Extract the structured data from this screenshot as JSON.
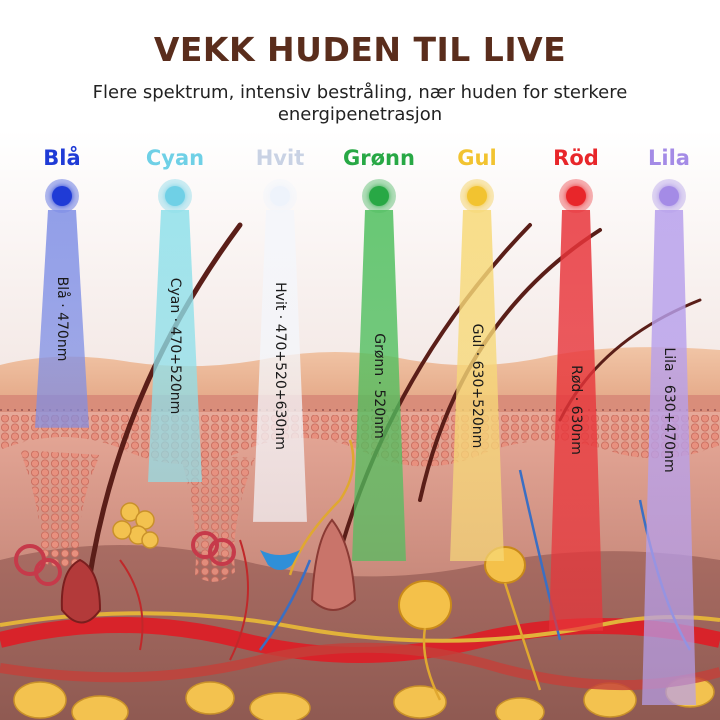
{
  "header": {
    "title": "VEKK HUDEN TIL LIVE",
    "subtitle": "Flere spektrum, intensiv bestråling, nær huden for sterkere energipenetrasjon"
  },
  "lights": [
    {
      "name": "Blå",
      "label": "Blå · 470nm",
      "color": "#1f3bd6",
      "beam": "#7f8fe6",
      "depth": 0.44
    },
    {
      "name": "Cyan",
      "label": "Cyan · 470+520nm",
      "color": "#6fd0e6",
      "beam": "#8fe0ea",
      "depth": 0.55
    },
    {
      "name": "Hvit",
      "label": "Hvit · 470+520+630nm",
      "color": "#eef3fb",
      "beam": "#f4f6fb",
      "depth": 0.63
    },
    {
      "name": "Grønn",
      "label": "Grønn · 520nm",
      "color": "#28a845",
      "beam": "#4fbf5e",
      "depth": 0.71
    },
    {
      "name": "Gul",
      "label": "Gul · 630+520nm",
      "color": "#f2c330",
      "beam": "#f7d978",
      "depth": 0.71
    },
    {
      "name": "Röd",
      "label": "Rød · 630nm",
      "color": "#e8262a",
      "beam": "#e8343a",
      "depth": 0.85
    },
    {
      "name": "Lila",
      "label": "Lila · 630+470nm",
      "color": "#a48be6",
      "beam": "#b7a0ec",
      "depth": 1.0
    }
  ]
}
